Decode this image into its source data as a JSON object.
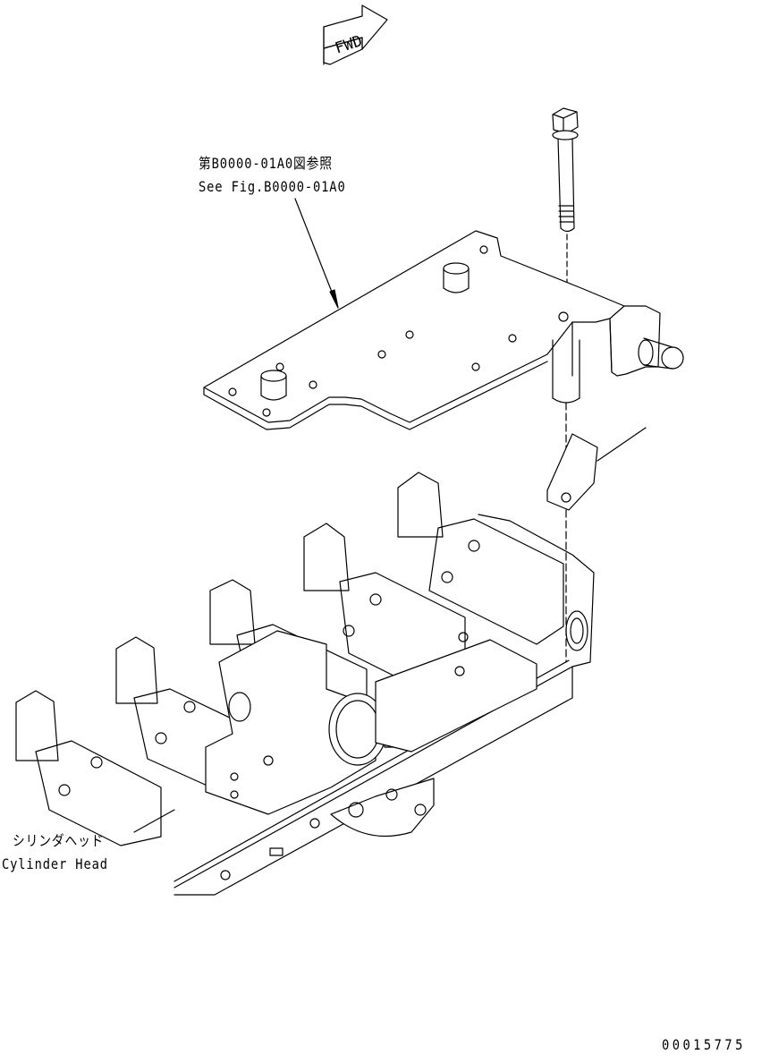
{
  "fwd_arrow": {
    "text": "FWD",
    "icon": "fwd-direction-arrow-icon"
  },
  "reference_note": {
    "jp": "第B0000-01A0図参照",
    "en": "See Fig.B0000-01A0"
  },
  "part_label": {
    "jp": "シリンダヘッド",
    "en": "Cylinder Head"
  },
  "drawing_number": "00015775"
}
